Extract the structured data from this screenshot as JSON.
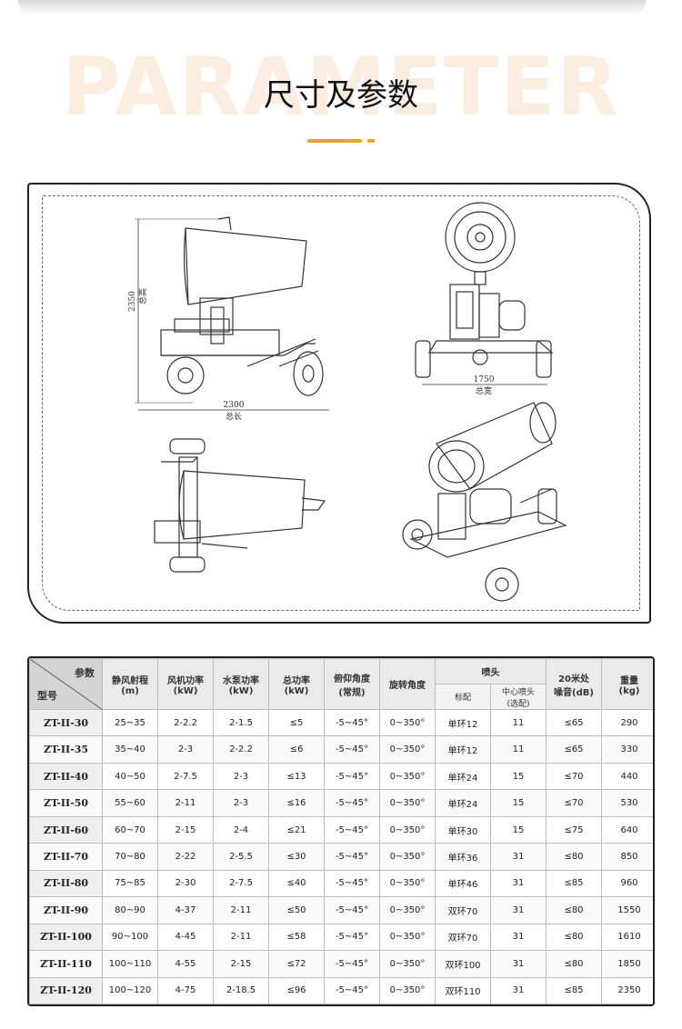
{
  "header": {
    "bg_word": "PARAMETER",
    "title": "尺寸及参数"
  },
  "drawing": {
    "dim_height_value": "2350",
    "dim_height_label": "总高",
    "dim_length_value": "2300",
    "dim_length_label": "总长",
    "dim_width_value": "1750",
    "dim_width_label": "总宽"
  },
  "table": {
    "corner_top": "参数",
    "corner_bottom": "型号",
    "headers": {
      "range": "静风射程\n(m)",
      "fan_power": "风机功率\n(kW)",
      "pump_power": "水泵功率\n(kW)",
      "total_power": "总功率\n(kW)",
      "pitch": "俯仰角度\n(常规)",
      "rotation": "旋转角度",
      "nozzle": "喷头",
      "nozzle_std": "标配",
      "nozzle_center": "中心喷头\n(选配)",
      "noise": "20米处\n噪音(dB)",
      "weight": "重量\n(kg)"
    },
    "rows": [
      [
        "ZT-II-30",
        "25~35",
        "2-2.2",
        "2-1.5",
        "≤5",
        "-5~45°",
        "0~350°",
        "单环12",
        "11",
        "≤65",
        "290"
      ],
      [
        "ZT-II-35",
        "35~40",
        "2-3",
        "2-2.2",
        "≤6",
        "-5~45°",
        "0~350°",
        "单环12",
        "11",
        "≤65",
        "330"
      ],
      [
        "ZT-II-40",
        "40~50",
        "2-7.5",
        "2-3",
        "≤13",
        "-5~45°",
        "0~350°",
        "单环24",
        "15",
        "≤70",
        "440"
      ],
      [
        "ZT-II-50",
        "55~60",
        "2-11",
        "2-3",
        "≤16",
        "-5~45°",
        "0~350°",
        "单环24",
        "15",
        "≤70",
        "530"
      ],
      [
        "ZT-II-60",
        "60~70",
        "2-15",
        "2-4",
        "≤21",
        "-5~45°",
        "0~350°",
        "单环30",
        "15",
        "≤75",
        "640"
      ],
      [
        "ZT-II-70",
        "70~80",
        "2-22",
        "2-5.5",
        "≤30",
        "-5~45°",
        "0~350°",
        "单环36",
        "31",
        "≤80",
        "850"
      ],
      [
        "ZT-II-80",
        "75~85",
        "2-30",
        "2-7.5",
        "≤40",
        "-5~45°",
        "0~350°",
        "单环46",
        "31",
        "≤85",
        "960"
      ],
      [
        "ZT-II-90",
        "80~90",
        "4-37",
        "2-11",
        "≤50",
        "-5~45°",
        "0~350°",
        "双环70",
        "31",
        "≤80",
        "1550"
      ],
      [
        "ZT-II-100",
        "90~100",
        "4-45",
        "2-11",
        "≤58",
        "-5~45°",
        "0~350°",
        "双环70",
        "31",
        "≤80",
        "1610"
      ],
      [
        "ZT-II-110",
        "100~110",
        "4-55",
        "2-15",
        "≤72",
        "-5~45°",
        "0~350°",
        "双环100",
        "31",
        "≤80",
        "1850"
      ],
      [
        "ZT-II-120",
        "100~120",
        "4-75",
        "2-18.5",
        "≤96",
        "-5~45°",
        "0~350°",
        "双环110",
        "31",
        "≤85",
        "2350"
      ]
    ]
  }
}
